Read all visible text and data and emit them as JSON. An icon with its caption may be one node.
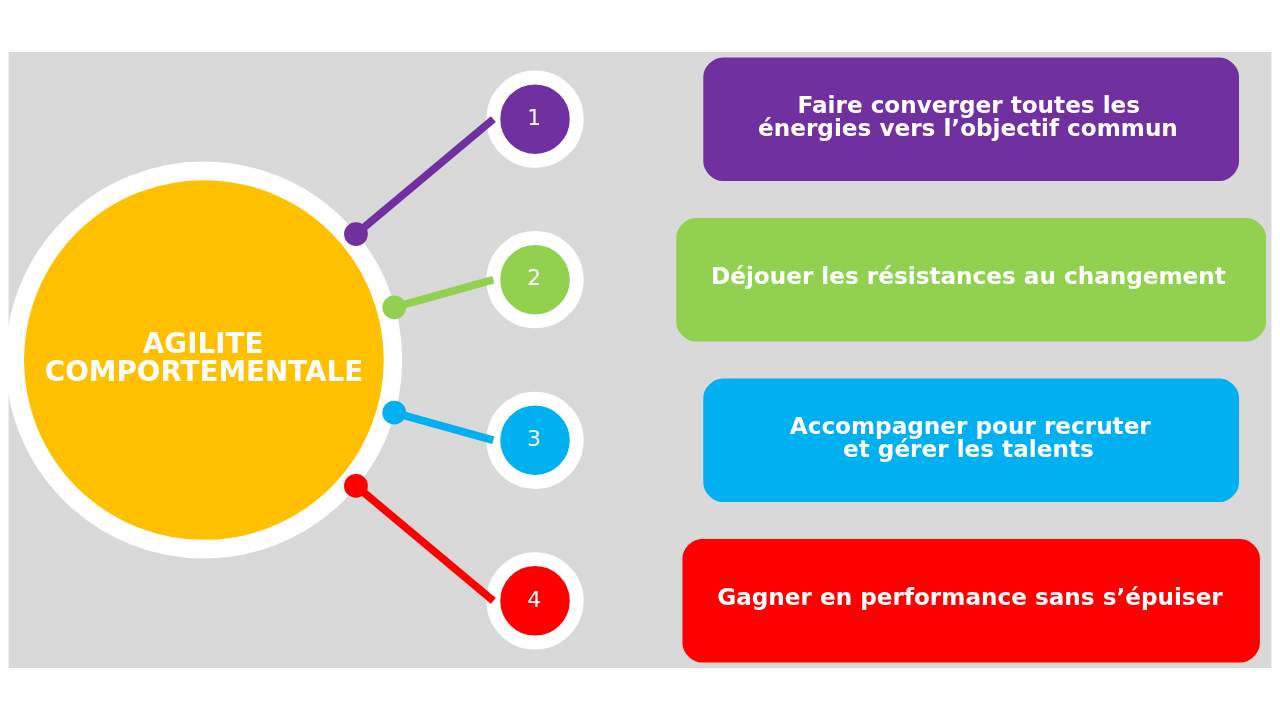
{
  "diagram": {
    "nodes": [
      {
        "text": [
          "AGILITE COMPORTEMENTALE"
        ]
      },
      {
        "text": [
          "1"
        ]
      },
      {
        "text": [
          "Faire converger toutes les énergies vers l’objectif commun"
        ]
      },
      {
        "text": [
          "2"
        ]
      },
      {
        "text": [
          "Déjouer les résistances au changement"
        ]
      },
      {
        "text": [
          "3"
        ]
      },
      {
        "text": [
          "Accompagner pour recruter et gérer les talents"
        ]
      },
      {
        "text": [
          "4"
        ]
      },
      {
        "text": [
          "Gagner en performance sans s’épuiser"
        ]
      }
    ],
    "edges": [
      {
        "from": 0,
        "to": 1,
        "arrow": "other",
        "color": "#7030a0"
      },
      {
        "from": 0,
        "to": 3,
        "arrow": "other",
        "color": "#92d050"
      },
      {
        "from": 0,
        "to": 5,
        "arrow": "other",
        "color": "#00b0f0"
      },
      {
        "from": 0,
        "to": 7,
        "arrow": "other",
        "color": "#ff0000"
      }
    ]
  }
}
